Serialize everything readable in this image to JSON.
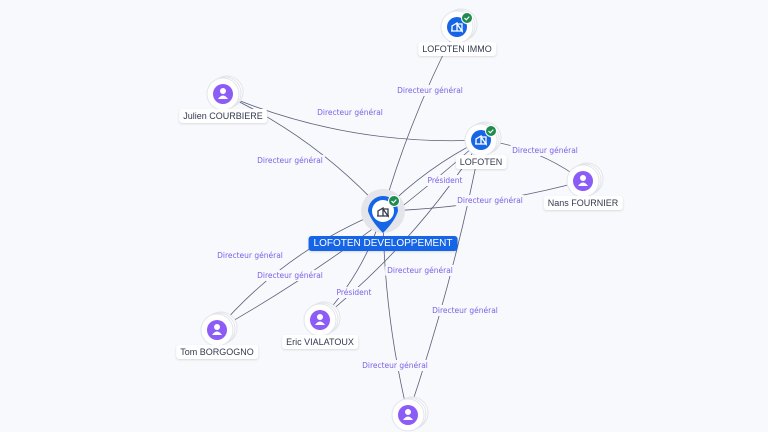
{
  "colors": {
    "person": "#8b5cf6",
    "company": "#1565e6",
    "check": "#1e8c4e",
    "edge_label": "#7b61e8"
  },
  "nodes": [
    {
      "id": "immo",
      "type": "company",
      "label": "LOFOTEN IMMO",
      "verified": true
    },
    {
      "id": "julien",
      "type": "person",
      "label": "Julien COURBIERE"
    },
    {
      "id": "lofoten",
      "type": "company",
      "label": "LOFOTEN",
      "verified": true
    },
    {
      "id": "nans",
      "type": "person",
      "label": "Nans FOURNIER"
    },
    {
      "id": "dev",
      "type": "main",
      "label": "LOFOTEN DEVELOPPEMENT",
      "verified": true
    },
    {
      "id": "tom",
      "type": "person",
      "label": "Tom BORGOGNO"
    },
    {
      "id": "eric",
      "type": "person",
      "label": "Eric VIALATOUX"
    },
    {
      "id": "bottom",
      "type": "person",
      "label": ""
    }
  ],
  "edges": [
    {
      "from": "julien",
      "to": "lofoten",
      "label": "Directeur général"
    },
    {
      "from": "julien",
      "to": "dev",
      "label": "Directeur général"
    },
    {
      "from": "dev",
      "to": "immo",
      "label": "Directeur général"
    },
    {
      "from": "nans",
      "to": "lofoten",
      "label": "Directeur général"
    },
    {
      "from": "nans",
      "to": "dev",
      "label": "Directeur général"
    },
    {
      "from": "tom",
      "to": "dev",
      "label": "Directeur général"
    },
    {
      "from": "tom",
      "to": "lofoten",
      "label": "Directeur général"
    },
    {
      "from": "eric",
      "to": "dev",
      "label": "Président"
    },
    {
      "from": "dev",
      "to": "lofoten",
      "label": "Président"
    },
    {
      "from": "eric",
      "to": "lofoten",
      "label": "Directeur général"
    },
    {
      "from": "bottom",
      "to": "dev",
      "label": "Directeur général"
    },
    {
      "from": "bottom",
      "to": "lofoten",
      "label": "Directeur général"
    }
  ]
}
